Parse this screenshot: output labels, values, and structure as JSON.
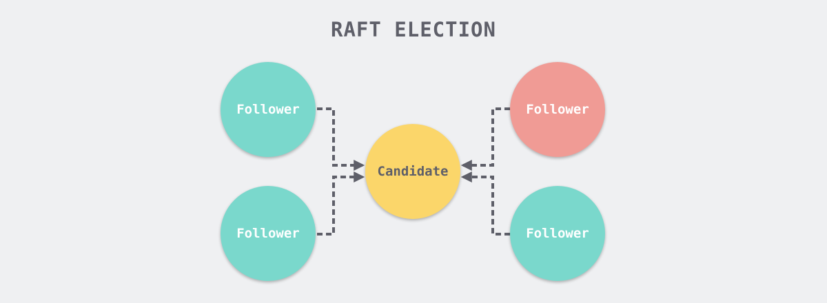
{
  "title": "RAFT ELECTION",
  "colors": {
    "follower": "#7ad8cc",
    "follower_alt": "#f09b95",
    "candidate": "#fbd66a",
    "connector": "#5e5f69",
    "light_text": "#ffffff",
    "dark_text": "#5e5f69"
  },
  "nodes": {
    "follower_top_left": {
      "label": "Follower"
    },
    "follower_bottom_left": {
      "label": "Follower"
    },
    "follower_top_right": {
      "label": "Follower"
    },
    "follower_bottom_right": {
      "label": "Follower"
    },
    "candidate": {
      "label": "Candidate"
    }
  }
}
